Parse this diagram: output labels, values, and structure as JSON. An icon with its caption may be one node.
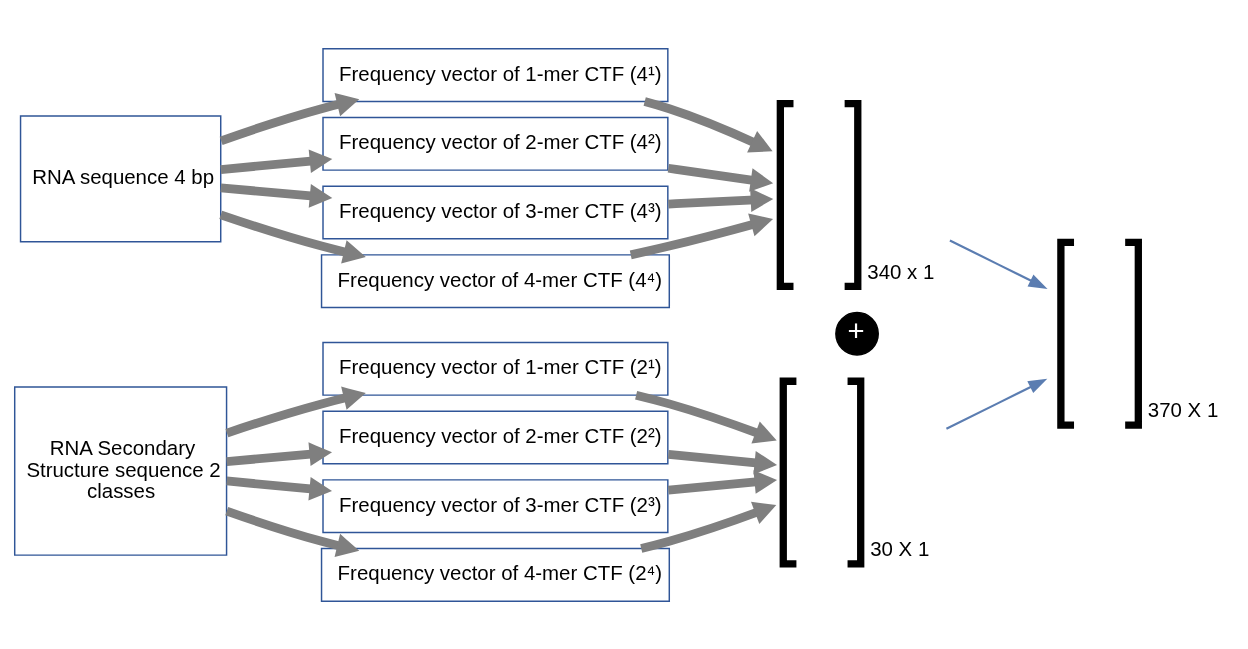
{
  "diagram": {
    "nodes": [
      {
        "text": [
          "RNA sequence 4 bp"
        ]
      },
      {
        "text": [
          "Frequency vector of 1-mer CTF (4¹)"
        ]
      },
      {
        "text": [
          "Frequency vector of 2-mer CTF (4²)"
        ]
      },
      {
        "text": [
          "Frequency vector of 3-mer CTF (4³)"
        ]
      },
      {
        "text": [
          "Frequency vector of 4-mer CTF (4⁴)"
        ]
      },
      {
        "text": [
          "340 x 1"
        ]
      },
      {
        "text": [
          "RNA Secondary Structure sequence 2 classes"
        ]
      },
      {
        "text": [
          "Frequency vector of 1-mer CTF (2¹)"
        ]
      },
      {
        "text": [
          "Frequency vector of 2-mer CTF (2²)"
        ]
      },
      {
        "text": [
          "Frequency vector of 3-mer CTF (2³)"
        ]
      },
      {
        "text": [
          "Frequency vector of 4-mer CTF (2⁴)"
        ]
      },
      {
        "text": [
          "30 X 1"
        ]
      },
      {
        "text": [
          "+"
        ]
      },
      {
        "text": [
          "370 X 1"
        ]
      }
    ],
    "edges": [
      {
        "from": 0,
        "to": 1,
        "arrow": "to"
      },
      {
        "from": 0,
        "to": 2,
        "arrow": "to"
      },
      {
        "from": 0,
        "to": 3,
        "arrow": "to"
      },
      {
        "from": 0,
        "to": 4,
        "arrow": "to"
      },
      {
        "from": 1,
        "to": 5,
        "arrow": "to"
      },
      {
        "from": 2,
        "to": 5,
        "arrow": "to"
      },
      {
        "from": 3,
        "to": 5,
        "arrow": "to"
      },
      {
        "from": 4,
        "to": 5,
        "arrow": "to"
      },
      {
        "from": 6,
        "to": 7,
        "arrow": "to"
      },
      {
        "from": 6,
        "to": 8,
        "arrow": "to"
      },
      {
        "from": 6,
        "to": 9,
        "arrow": "to"
      },
      {
        "from": 6,
        "to": 10,
        "arrow": "to"
      },
      {
        "from": 7,
        "to": 11,
        "arrow": "to"
      },
      {
        "from": 8,
        "to": 11,
        "arrow": "to"
      },
      {
        "from": 9,
        "to": 11,
        "arrow": "to"
      },
      {
        "from": 10,
        "to": 11,
        "arrow": "to"
      },
      {
        "from": 5,
        "to": 13,
        "arrow": "to",
        "color": "#5b7db1"
      },
      {
        "from": 11,
        "to": 13,
        "arrow": "to",
        "color": "#5b7db1"
      }
    ]
  }
}
